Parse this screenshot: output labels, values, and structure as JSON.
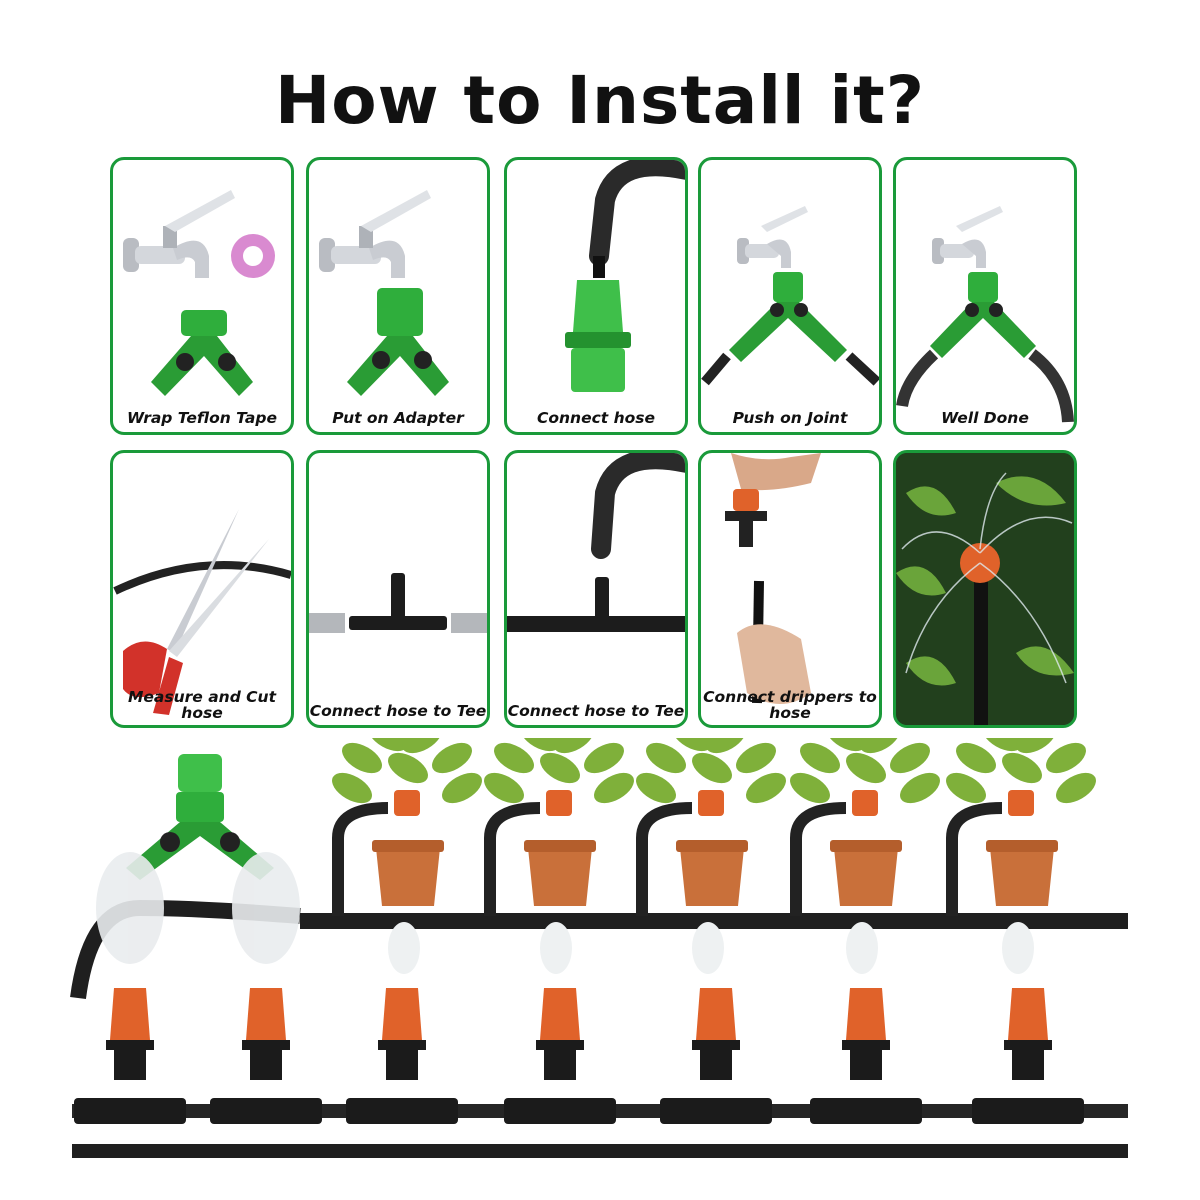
{
  "title": "How to Install it?",
  "steps": [
    {
      "caption": "Wrap Teflon Tape"
    },
    {
      "caption": "Put on Adapter"
    },
    {
      "caption": "Connect hose"
    },
    {
      "caption": "Push on Joint"
    },
    {
      "caption": "Well Done"
    },
    {
      "caption": "Measure and Cut hose"
    },
    {
      "caption": "Connect hose to Tee"
    },
    {
      "caption": "Connect hose to Tee"
    },
    {
      "caption": "Connect drippers to hose"
    },
    {
      "caption": ""
    }
  ],
  "colors": {
    "border": "#1a9a3a",
    "connector_green": "#2fae3c",
    "dripper_orange": "#e0622a",
    "hose_black": "#222222",
    "leaf_green": "#7fb03a"
  }
}
